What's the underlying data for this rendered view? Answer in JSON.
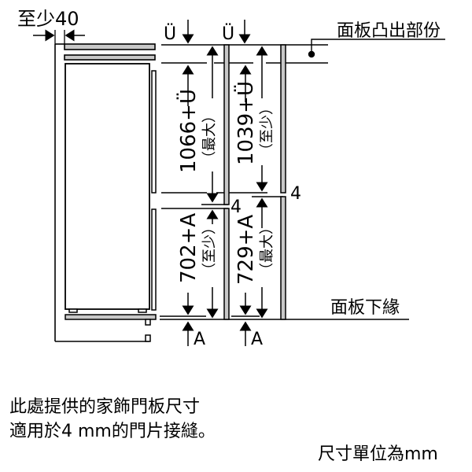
{
  "diagram": {
    "type": "built-in fridge-freezer installation dimensions",
    "top_clearance_label": "至少40",
    "overhang_labels": [
      "Ü",
      "Ü"
    ],
    "bottom_labels": [
      "A",
      "A"
    ],
    "callouts": {
      "panel_top_protrusion": "面板凸出部份",
      "panel_bottom_edge": "面板下緣"
    },
    "dimensions": {
      "upper_left": {
        "value": "1066+Ü",
        "qualifier": "（最大）"
      },
      "upper_right": {
        "value": "1039+Ü",
        "qualifier": "（至少）"
      },
      "lower_left": {
        "value": "702+A",
        "qualifier": "（至少）"
      },
      "lower_right": {
        "value": "729+A",
        "qualifier": "（最大）"
      },
      "gap_left": "4",
      "gap_right": "4"
    },
    "colors": {
      "line": "#000000",
      "panel_fill": "#c8c8c8",
      "background": "#ffffff"
    }
  },
  "notes": {
    "line1": "此處提供的家飾門板尺寸",
    "line2": "適用於4 mm的門片接縫。",
    "unit": "尺寸單位為mm"
  }
}
